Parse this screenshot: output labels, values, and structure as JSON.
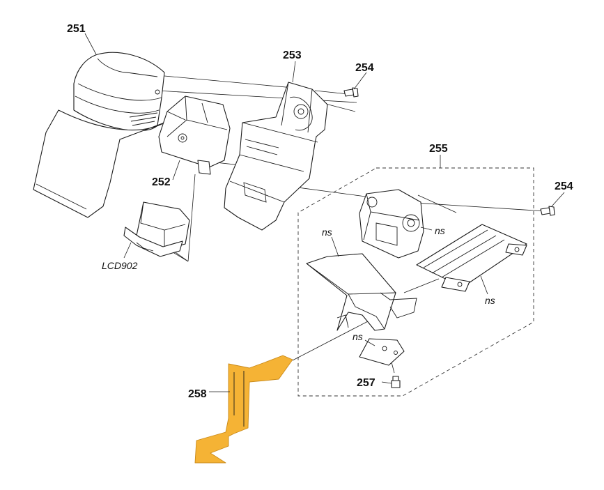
{
  "colors": {
    "line": "#1a1a1a",
    "highlight": "#f5b335",
    "highlight_stroke": "#c98a1a"
  },
  "labels": {
    "p251": "251",
    "p252": "252",
    "p253": "253",
    "p254a": "254",
    "p254b": "254",
    "p255": "255",
    "p257": "257",
    "p258": "258",
    "lcd": "LCD902",
    "ns1": "ns",
    "ns2": "ns",
    "ns3": "ns",
    "ns4": "ns"
  }
}
